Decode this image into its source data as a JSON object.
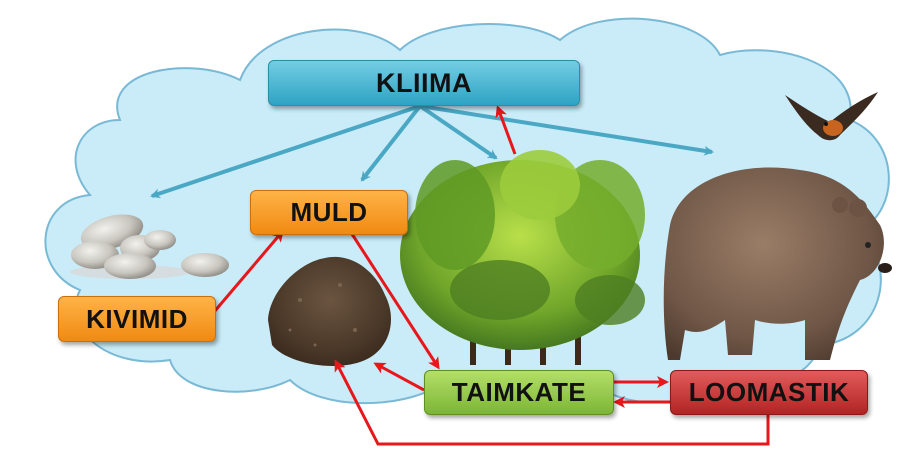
{
  "labels": {
    "climate": "KLIIMA",
    "soil": "MULD",
    "rocks": "KIVIMID",
    "vegetation": "TAIMKATE",
    "fauna": "LOOMASTIK"
  },
  "colors": {
    "cloud_fill": "#c9ecf8",
    "cloud_stroke": "#79b9d6",
    "climate_arrow": "#4aa8c4",
    "relation_arrow": "#e8171b",
    "climate_box": "#3fb0cf",
    "soil_box": "#f6951c",
    "rocks_box": "#f6951c",
    "vegetation_box": "#8cc43f",
    "fauna_box": "#c62e2e"
  },
  "images": [
    "stones",
    "soil-pile",
    "plant-bush",
    "brown-bear",
    "flying-bird"
  ]
}
